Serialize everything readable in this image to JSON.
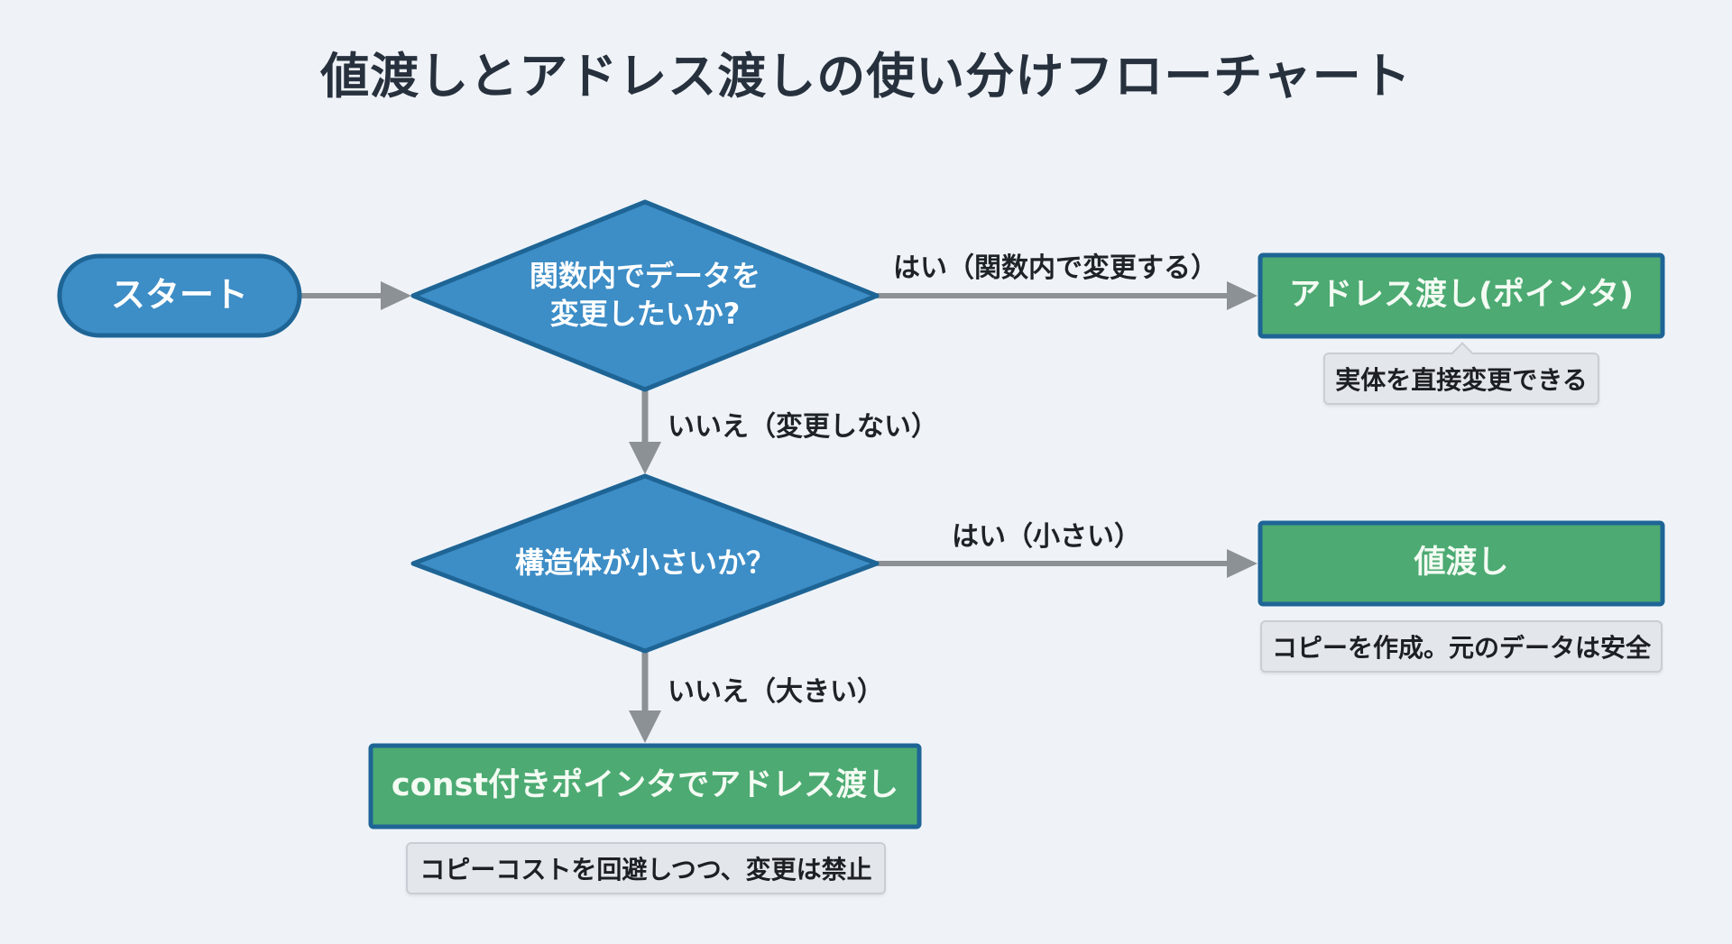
{
  "title": "値渡しとアドレス渡しの使い分けフローチャート",
  "colors": {
    "background": "#eff3f8",
    "decision_fill": "#3d8dc6",
    "decision_stroke": "#1e6596",
    "result_fill": "#4caa72",
    "result_stroke": "#1e6596",
    "arrow": "#8c9196",
    "note_fill": "#e3e6ea"
  },
  "nodes": {
    "start": {
      "label": "スタート"
    },
    "decision1": {
      "line1": "関数内でデータを",
      "line2": "変更したいか?"
    },
    "decision2": {
      "label": "構造体が小さいか？"
    },
    "result_address": {
      "label": "アドレス渡し(ポインタ)",
      "note": "実体を直接変更できる"
    },
    "result_value": {
      "label": "値渡し",
      "note": "コピーを作成。元のデータは安全"
    },
    "result_const": {
      "label": "const付きポインタでアドレス渡し",
      "note": "コピーコストを回避しつつ、変更は禁止"
    }
  },
  "edges": {
    "d1_yes": "はい（関数内で変更する）",
    "d1_no": "いいえ（変更しない）",
    "d2_yes": "はい（小さい）",
    "d2_no": "いいえ（大きい）"
  }
}
